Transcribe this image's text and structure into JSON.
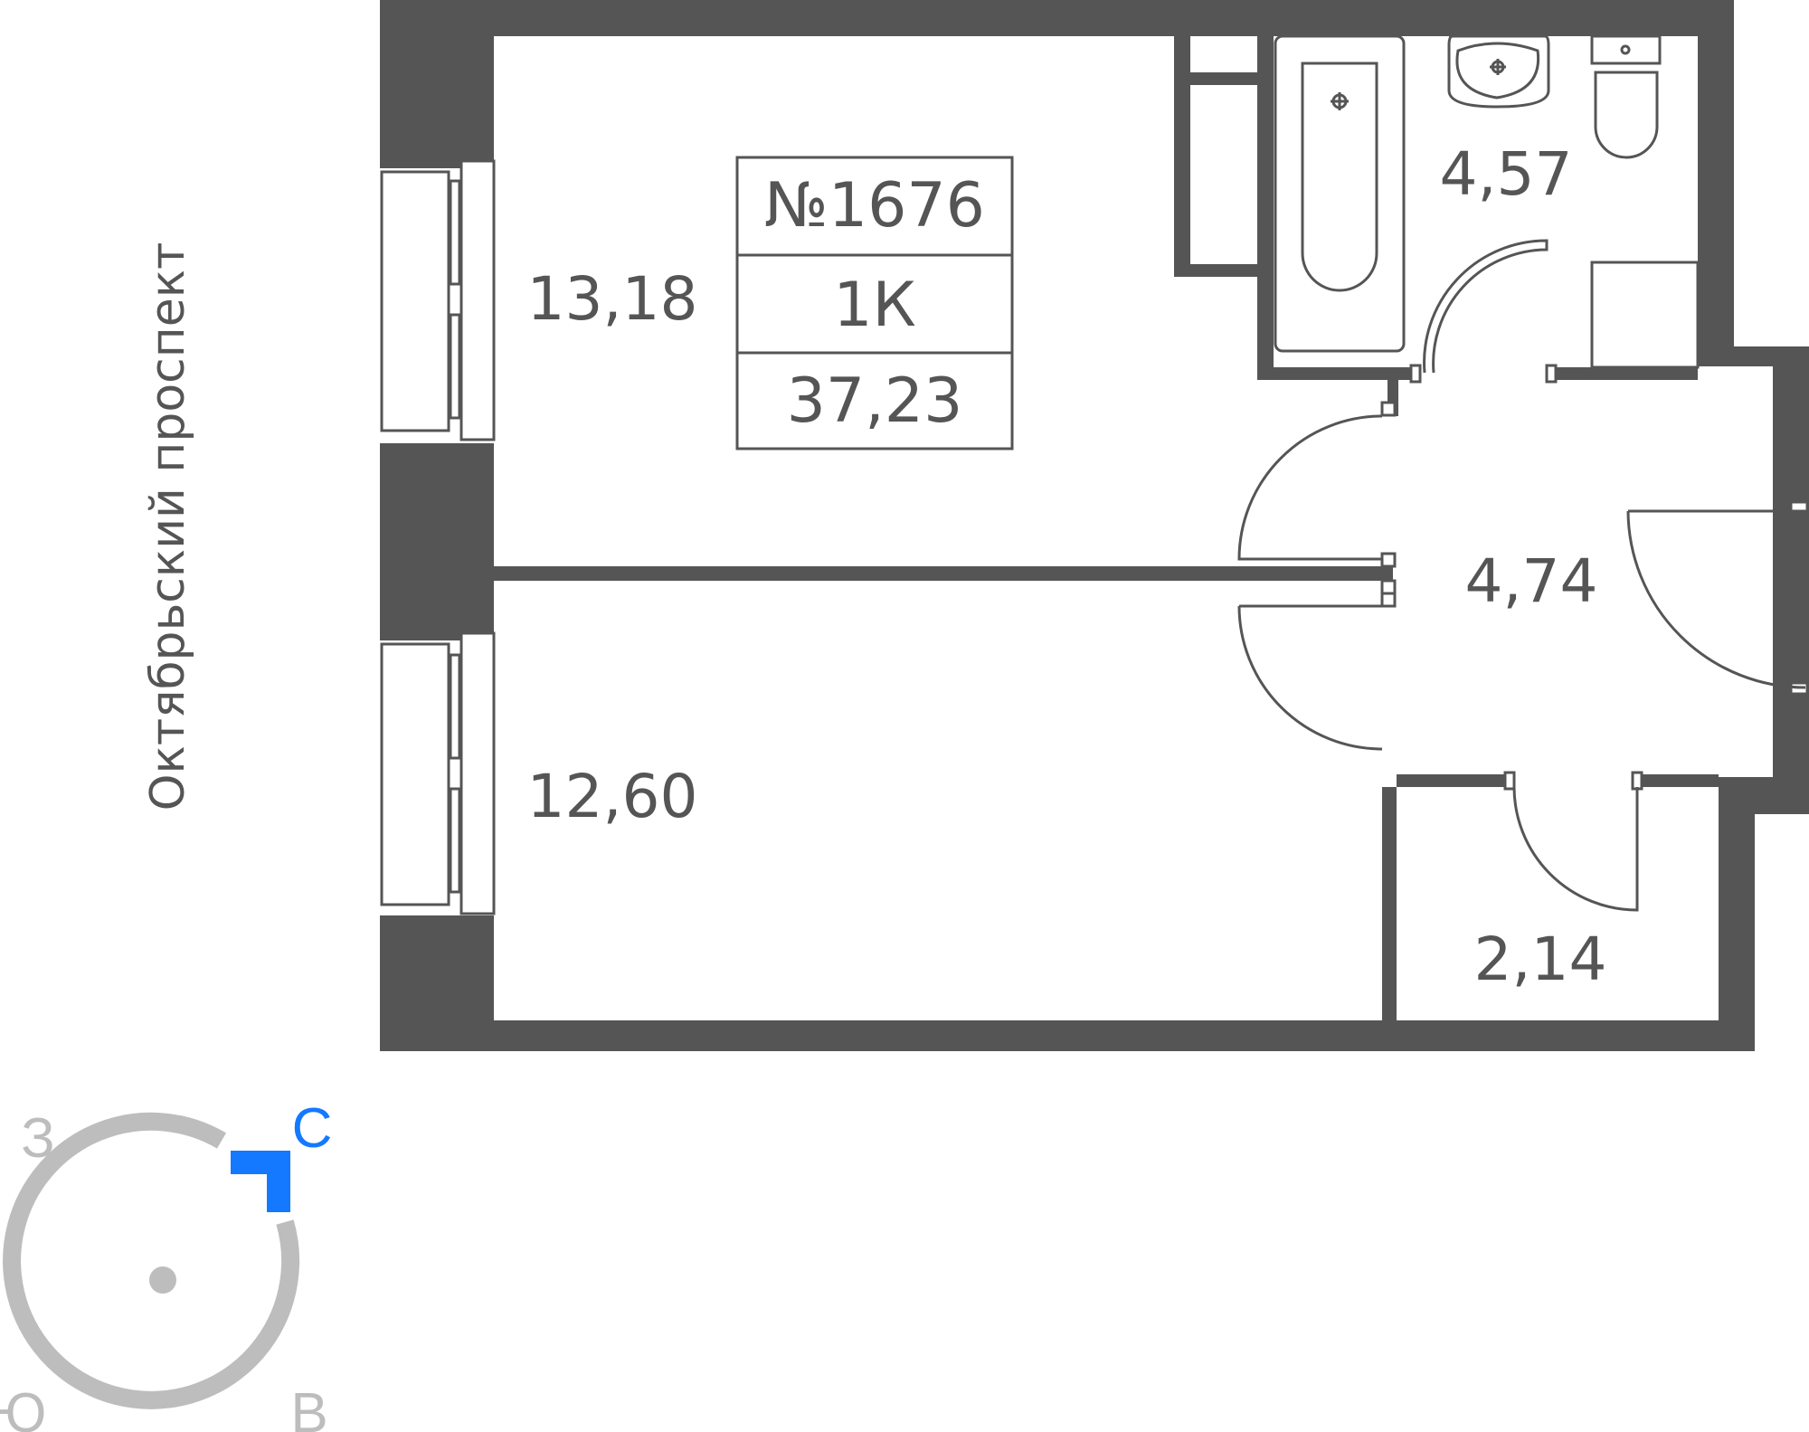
{
  "apartment": {
    "number": "№1676",
    "type": "1К",
    "total_area": "37,23"
  },
  "rooms": [
    {
      "name": "room-1",
      "area": "13,18"
    },
    {
      "name": "room-2",
      "area": "12,60"
    },
    {
      "name": "bathroom",
      "area": "4,57"
    },
    {
      "name": "hallway",
      "area": "4,74"
    },
    {
      "name": "storage",
      "area": "2,14"
    }
  ],
  "street": "Октябрьский проспект",
  "compass": {
    "north": "С",
    "west": "З",
    "south": "Ю",
    "east": "В",
    "north_color": "#1479ff",
    "ring_color": "#bdbdbd"
  },
  "colors": {
    "wall": "#555555",
    "text": "#555555"
  }
}
